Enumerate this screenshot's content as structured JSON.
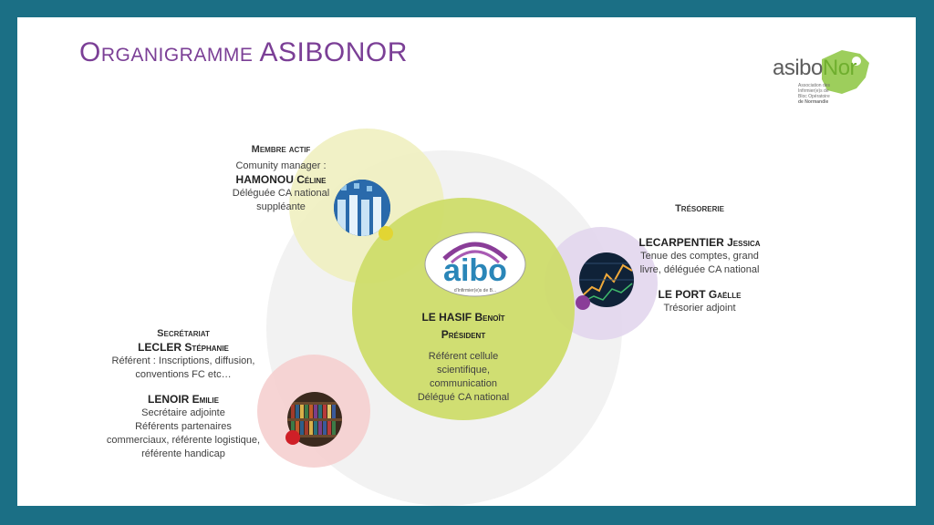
{
  "title": "Organigramme ASIBONOR",
  "logo": {
    "brand_main": "asibo",
    "brand_accent": "Nor",
    "tagline": [
      "Association des",
      "Infirmier(e)s de",
      "Bloc Opératoire",
      "de Normandie"
    ]
  },
  "center_logo": {
    "text": "aibo",
    "subtext": "d'Infirmier(e)s de B..."
  },
  "center": {
    "name": "LE HASIF Benoît",
    "role": "Président",
    "desc": [
      "Référent cellule",
      "scientifique,",
      "communication",
      "Délégué CA national"
    ]
  },
  "membre": {
    "label": "Membre actif",
    "role": "Comunity manager :",
    "name": "HAMONOU Céline",
    "desc": [
      "Déléguée CA national",
      "suppléante"
    ]
  },
  "tresorerie": {
    "label": "Trésorerie",
    "p1_name": "LECARPENTIER Jessica",
    "p1_desc": [
      "Tenue des comptes, grand",
      "livre, déléguée CA national"
    ],
    "p2_name": "LE PORT Gaëlle",
    "p2_desc": [
      "Trésorier adjoint"
    ]
  },
  "secretariat": {
    "label": "Secrétariat",
    "p1_name": "LECLER Stéphanie",
    "p1_desc": [
      "Référent :  Inscriptions, diffusion,",
      "conventions FC etc…"
    ],
    "p2_name": "LENOIR Emilie",
    "p2_desc": [
      "Secrétaire adjointe",
      "Référents partenaires",
      "commerciaux, référente logistique,",
      "référente handicap"
    ]
  },
  "colors": {
    "frame": "#1b6f85",
    "title": "#7b3f96",
    "center_circle": "#cddc6a",
    "membre_circle": "#f1f0c2",
    "tresorerie_circle": "#e3d8ee",
    "secretariat_circle": "#f6d1d1",
    "background_circle": "#f1f1f1",
    "dot_yellow": "#e2d533",
    "dot_purple": "#8a3d98",
    "dot_red": "#cf1f27"
  }
}
